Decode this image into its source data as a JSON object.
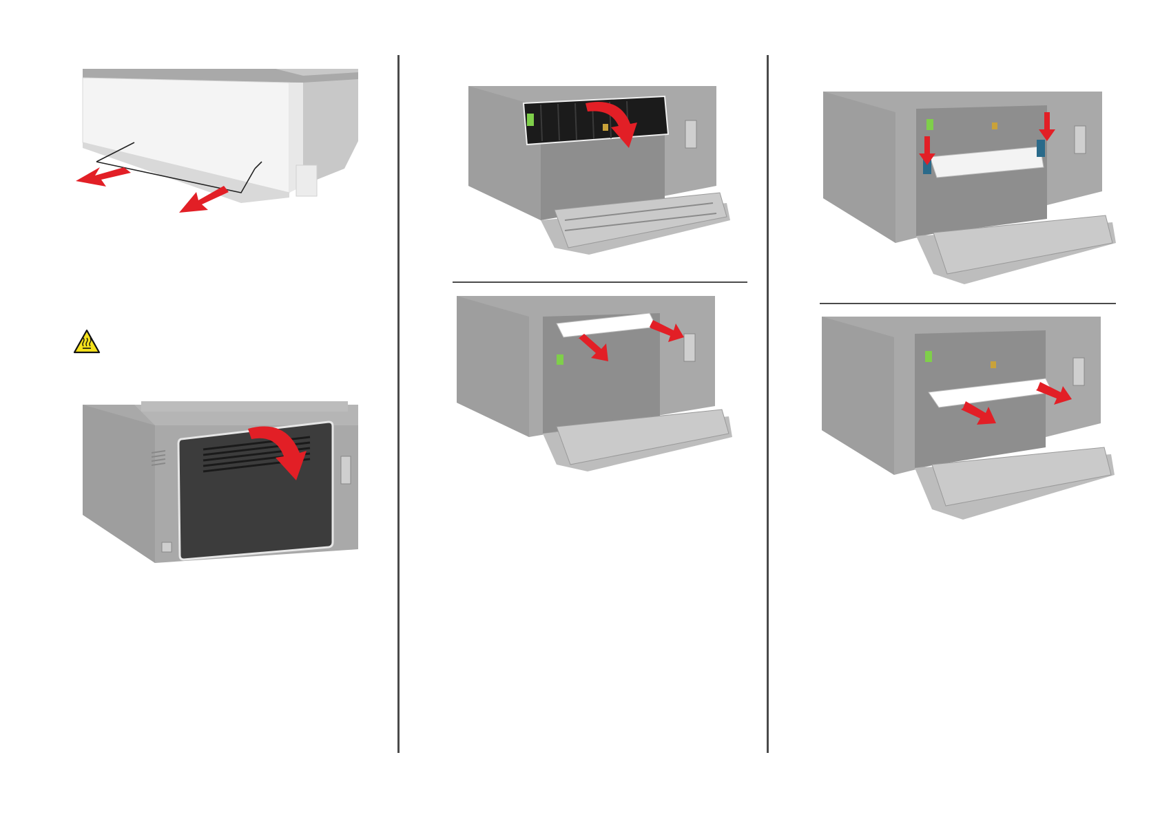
{
  "page": {
    "columns": 3,
    "illustrations": [
      {
        "id": "pull-paper-from-tray",
        "subject": "printer-tray-with-jammed-paper",
        "arrows": 2,
        "arrow_color": "#e21f26"
      },
      {
        "id": "open-rear-door",
        "subject": "printer-rear-door",
        "arrows": 1,
        "arrow_color": "#e21f26"
      },
      {
        "id": "open-fuser-access-door",
        "subject": "printer-fuser-access-door",
        "arrows": 1,
        "arrow_color": "#e21f26"
      },
      {
        "id": "remove-paper-from-fuser",
        "subject": "printer-rear-with-jammed-paper",
        "arrows": 2,
        "arrow_color": "#e21f26"
      },
      {
        "id": "press-fuser-levers",
        "subject": "printer-fuser-levers",
        "arrows": 2,
        "arrow_color": "#e21f26"
      },
      {
        "id": "remove-paper-below-fuser",
        "subject": "printer-rear-with-jammed-paper",
        "arrows": 2,
        "arrow_color": "#e21f26"
      }
    ]
  },
  "caution": {
    "icon": "hot-surface-warning-icon",
    "color": "#f5e11b"
  },
  "colors": {
    "arrow": "#e21f26",
    "printer_body": "#a9a9a9",
    "fuser_door": "#1b1b1b",
    "warning_yellow": "#f5e11b",
    "divider": "#4a4a4a"
  }
}
